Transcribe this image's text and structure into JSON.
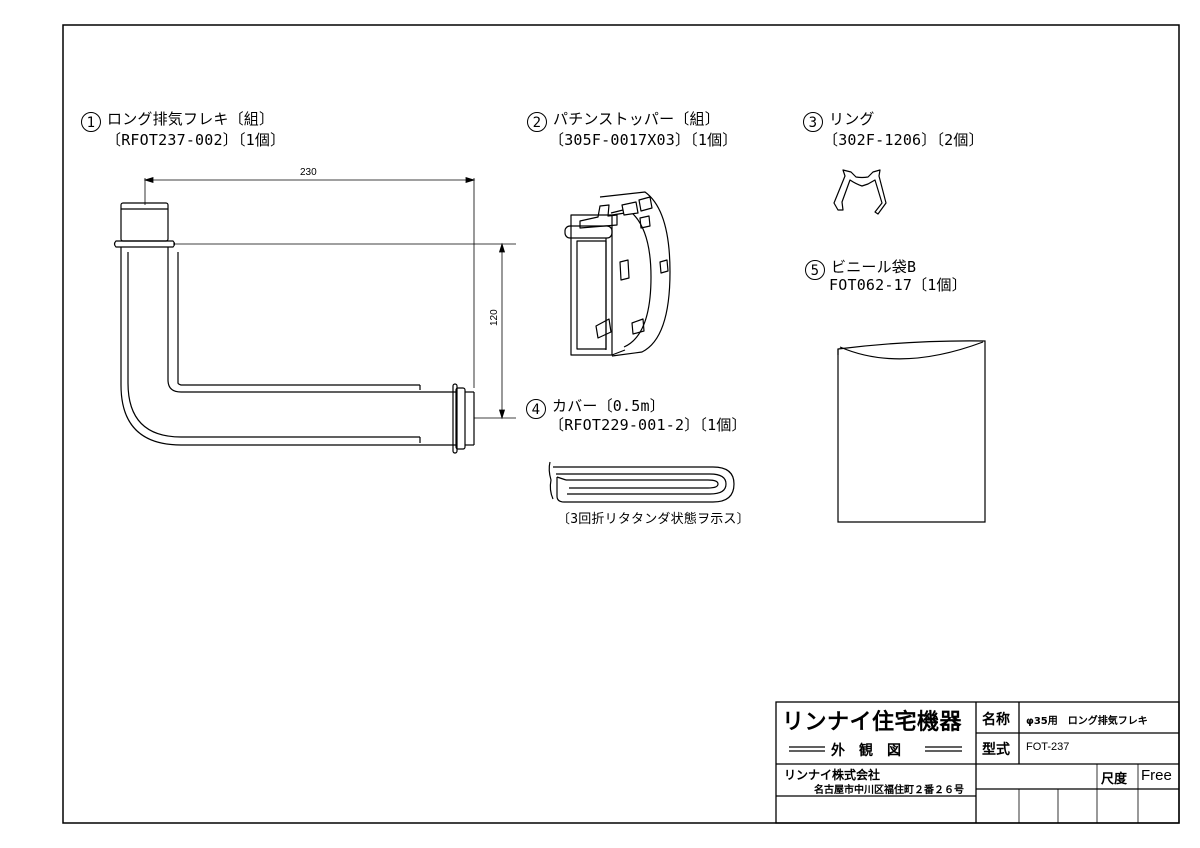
{
  "parts": [
    {
      "num": "1",
      "name": "ロング排気フレキ〔組〕",
      "code": "〔RFOT237-002〕〔1個〕"
    },
    {
      "num": "2",
      "name": "パチンストッパー〔組〕",
      "code": "〔305F-0017X03〕〔1個〕"
    },
    {
      "num": "3",
      "name": "リング",
      "code": "〔302F-1206〕〔2個〕"
    },
    {
      "num": "4",
      "name": "カバー〔0.5m〕",
      "code": "〔RFOT229-001-2〕〔1個〕"
    },
    {
      "num": "5",
      "name": "ビニール袋B",
      "code": "FOT062-17〔1個〕"
    }
  ],
  "cover_note": "〔3回折リタタンダ状態ヲ示ス〕",
  "dimensions": {
    "width": "230",
    "height": "120"
  },
  "title_block": {
    "company_logo": "リンナイ住宅機器",
    "drawing_kind": "外　観　図",
    "company_name": "リンナイ株式会社",
    "address": "名古屋市中川区福住町２番２６号",
    "name_label": "名称",
    "name_value": "φ35用　ロング排気フレキ",
    "model_label": "型式",
    "model_value": "FOT-237",
    "scale_label": "尺度",
    "scale_value": "Free"
  }
}
